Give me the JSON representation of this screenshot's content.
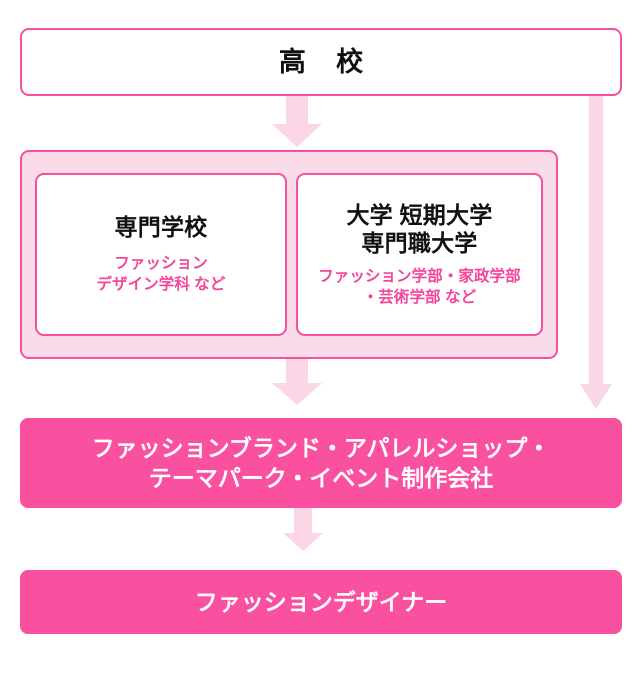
{
  "diagram": {
    "title_box": {
      "label": "高 校"
    },
    "school_panel": {
      "cards": [
        {
          "title": "専門学校",
          "subtitle_line1": "ファッション",
          "subtitle_line2": "デザイン学科 など"
        },
        {
          "title_line1": "大学 短期大学",
          "title_line2": "専門職大学",
          "subtitle_line1": "ファッション学部・家政学部",
          "subtitle_line2": "・芸術学部 など"
        }
      ]
    },
    "workplace_box": {
      "line1": "ファッションブランド・アパレルショップ・",
      "line2": "テーマパーク・イベント制作会社"
    },
    "job_box": {
      "label": "ファッションデザイナー"
    },
    "arrows": [
      {
        "name": "high-school-to-schools"
      },
      {
        "name": "schools-to-workplace"
      },
      {
        "name": "workplace-to-job"
      },
      {
        "name": "high-school-to-workplace-bypass"
      }
    ],
    "colors": {
      "accent_pink": "#f4519f",
      "solid_pink": "#f9509f",
      "panel_pink": "#fadbe9",
      "arrow_pink": "#fad6e6",
      "subtitle_pink": "#f4459b",
      "title_black": "#111111",
      "white": "#ffffff"
    }
  }
}
